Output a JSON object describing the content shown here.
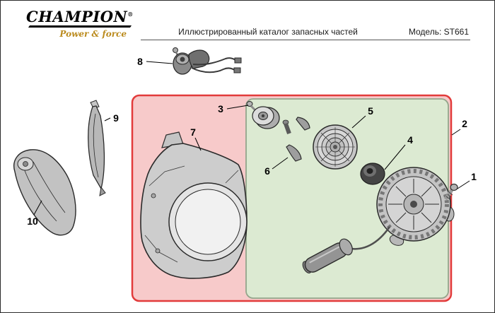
{
  "header": {
    "brand": "CHAMPION",
    "registered": "®",
    "tagline": "Power & force",
    "tagline_color": "#bb8b1e",
    "title": "Иллюстрированный каталог запасных частей",
    "model": "Модель: ST661"
  },
  "zones": {
    "red": {
      "fill": "#f7caca",
      "border": "#e23b3b"
    },
    "green": {
      "fill": "#dcead2",
      "border": "#93a58b"
    }
  },
  "parts": [
    {
      "num": "1"
    },
    {
      "num": "2"
    },
    {
      "num": "3"
    },
    {
      "num": "4"
    },
    {
      "num": "5"
    },
    {
      "num": "6"
    },
    {
      "num": "7"
    },
    {
      "num": "8"
    },
    {
      "num": "9"
    },
    {
      "num": "10"
    }
  ]
}
